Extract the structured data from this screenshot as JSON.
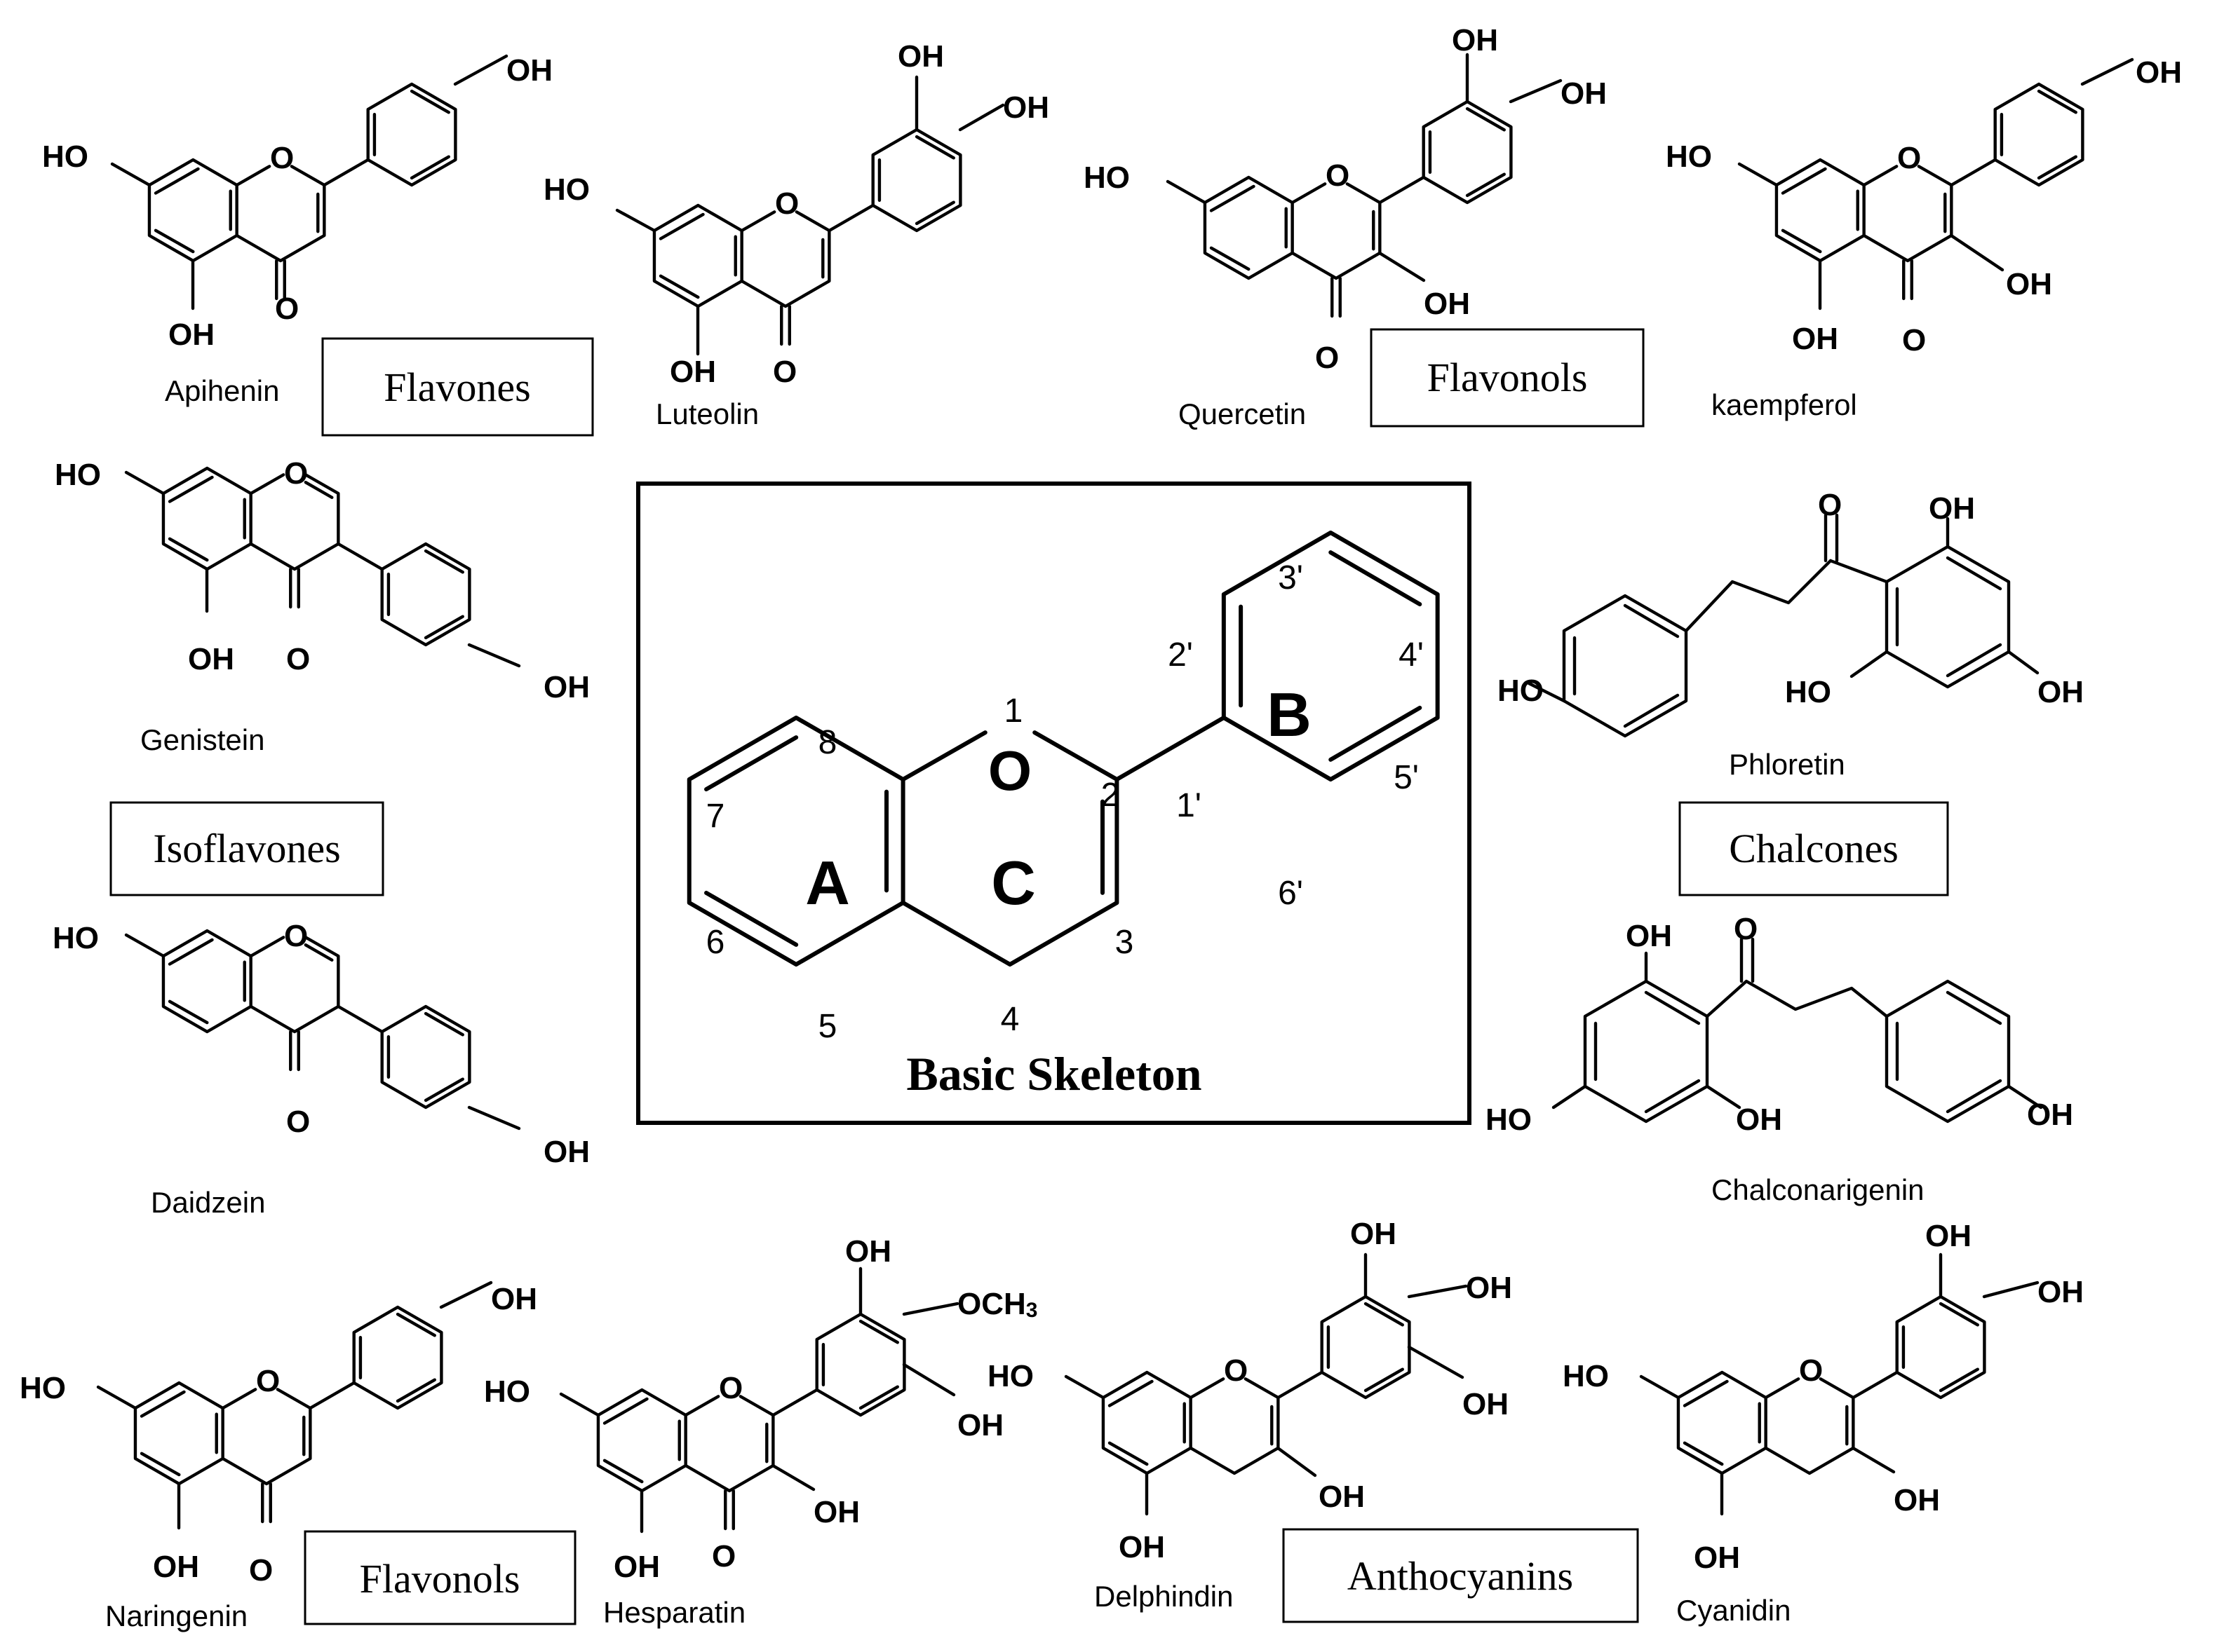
{
  "atoms": {
    "OH": "OH",
    "HO": "HO",
    "O": "O",
    "OCH": "OCH",
    "sub3": "3"
  },
  "classes": {
    "flavones": "Flavones",
    "flavonols_top": "Flavonols",
    "isoflavones": "Isoflavones",
    "chalcones": "Chalcones",
    "flavonols_bottom": "Flavonols",
    "anthocyanins": "Anthocyanins"
  },
  "molecules": {
    "apihenin": "Apihenin",
    "luteolin": "Luteolin",
    "quercetin": "Quercetin",
    "kaempferol": "kaempferol",
    "genistein": "Genistein",
    "daidzein": "Daidzein",
    "phloretin": "Phloretin",
    "chalconarigenin": "Chalconarigenin",
    "naringenin": "Naringenin",
    "hesparatin": "Hesparatin",
    "delphindin": "Delphindin",
    "cyanidin": "Cyanidin"
  },
  "skeleton": {
    "title": "Basic Skeleton",
    "oxygen": "O",
    "rings": {
      "A": "A",
      "B": "B",
      "C": "C"
    },
    "positions": {
      "p1": "1",
      "p2": "2",
      "p3": "3",
      "p4": "4",
      "p5": "5",
      "p6": "6",
      "p7": "7",
      "p8": "8",
      "p1p": "1'",
      "p2p": "2'",
      "p3p": "3'",
      "p4p": "4'",
      "p5p": "5'",
      "p6p": "6'"
    }
  }
}
